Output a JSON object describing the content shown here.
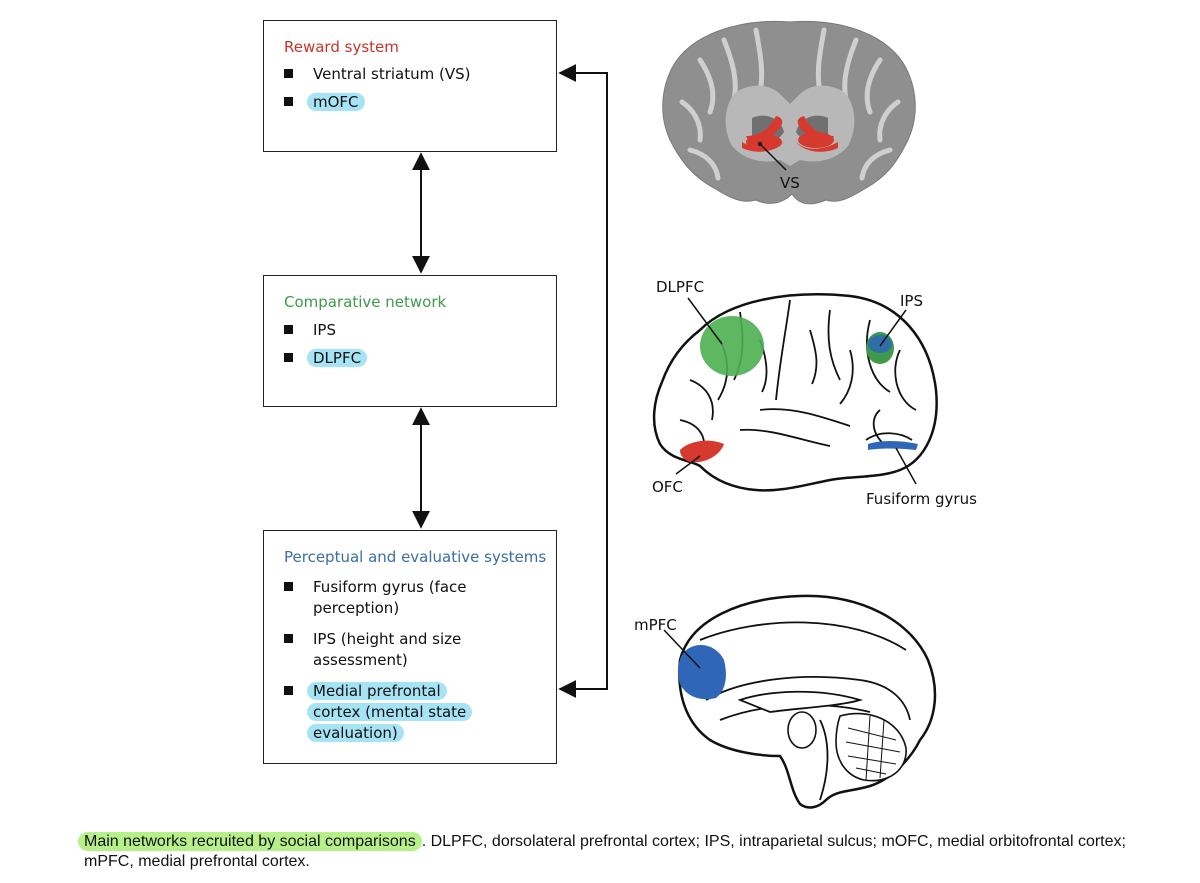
{
  "reward_box": {
    "title": "Reward system",
    "item1": "Ventral striatum (VS)",
    "item2": "mOFC"
  },
  "comparative_box": {
    "title": "Comparative network",
    "item1": "IPS",
    "item2": "DLPFC"
  },
  "perceptual_box": {
    "title": "Perceptual and evaluative systems",
    "item1_line1": "Fusiform gyrus (face",
    "item1_line2": "perception)",
    "item2_line1": "IPS (height and size",
    "item2_line2": "assessment)",
    "item3_line1": "Medial prefrontal",
    "item3_line2": "cortex (mental state",
    "item3_line3": "evaluation)"
  },
  "brain_labels": {
    "vs": "VS",
    "dlpfc": "DLPFC",
    "ips": "IPS",
    "ofc": "OFC",
    "fusiform": "Fusiform gyrus",
    "mpfc": "mPFC"
  },
  "caption": {
    "highlight": "Main networks recruited by social comparisons",
    "rest": ". DLPFC, dorsolateral prefrontal cortex; IPS, intraparietal sulcus; mOFC, medial orbitofrontal cortex; mPFC, medial prefrontal cortex."
  },
  "colors": {
    "reward": "#c8342b",
    "comparative": "#3f9a4a",
    "perceptual": "#3a6ea5",
    "highlight_blue": "#a6e4f5",
    "highlight_green": "#b7f08a",
    "brain_gray": "#8f8f8f",
    "region_red": "#d6392e",
    "region_green": "#4caf50",
    "region_blue": "#2f66b8"
  }
}
